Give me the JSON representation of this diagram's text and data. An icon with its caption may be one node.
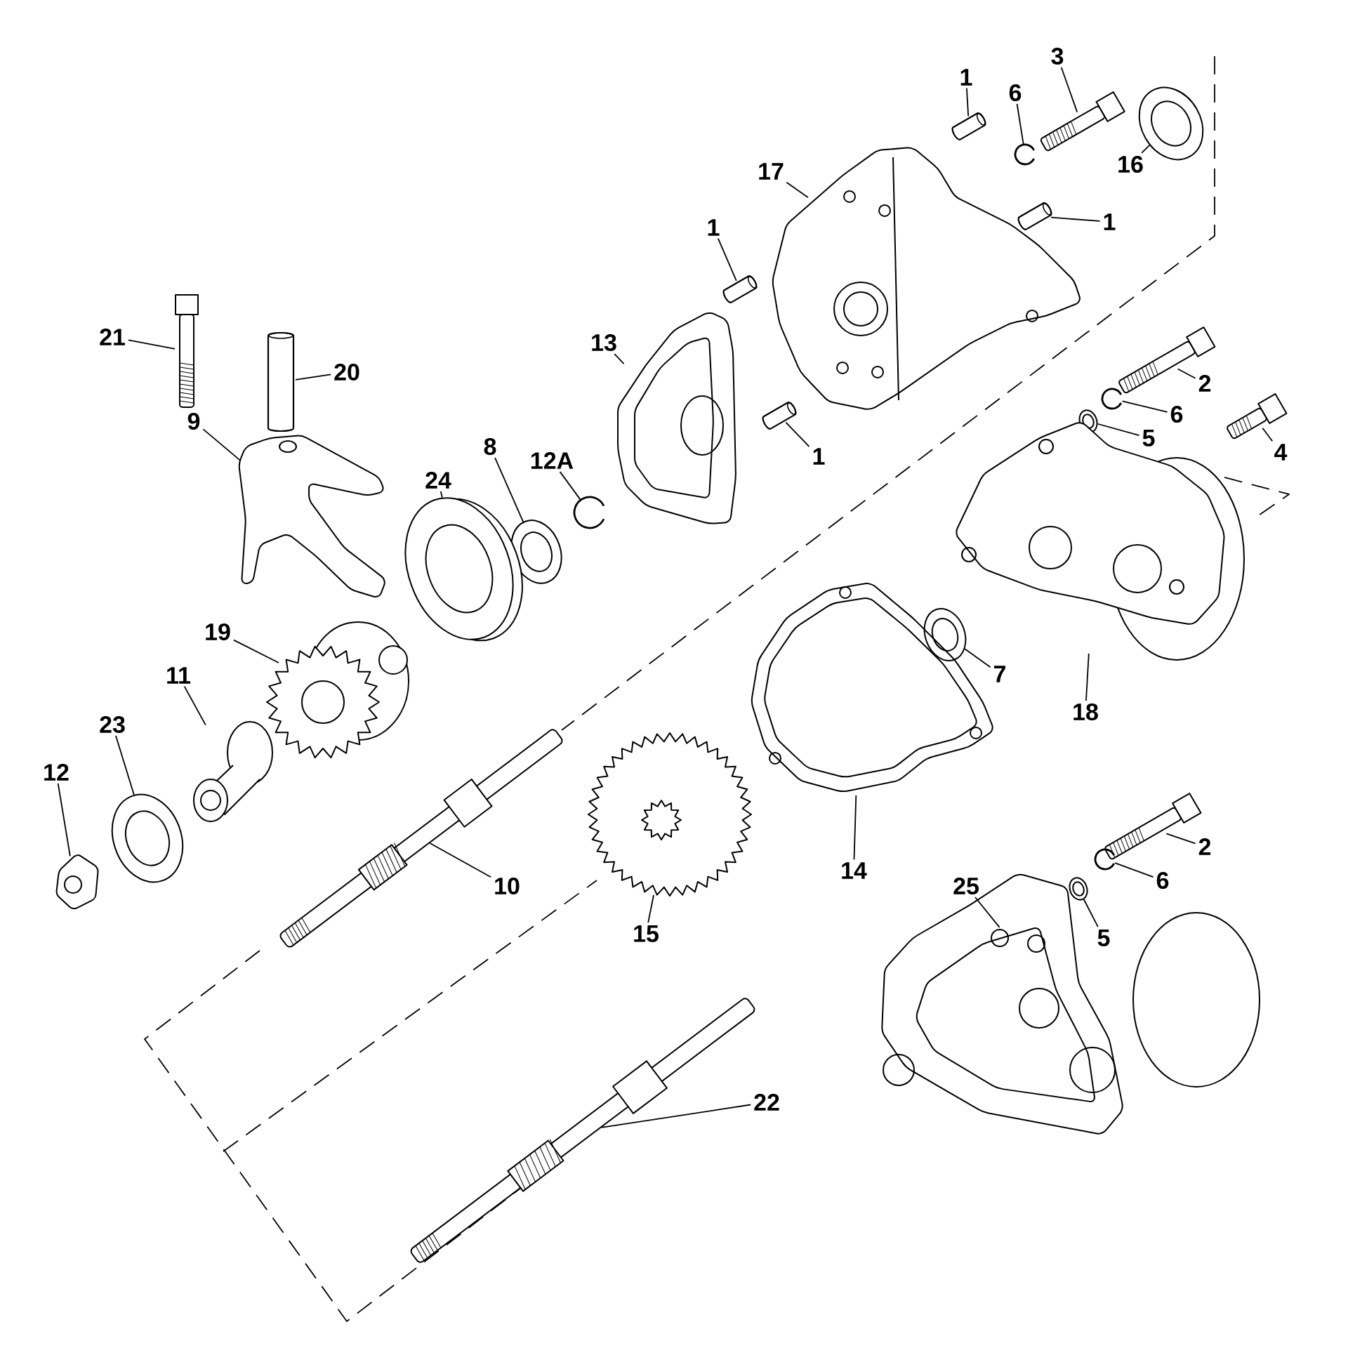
{
  "diagram": {
    "nodes": [
      {
        "text": [
          "1"
        ]
      },
      {
        "text": [],
        "shape": "picture"
      },
      {
        "text": [
          "6"
        ]
      },
      {
        "text": [],
        "shape": "picture"
      },
      {
        "text": [
          "3"
        ]
      },
      {
        "text": [],
        "shape": "picture"
      },
      {
        "text": [
          "16"
        ]
      },
      {
        "text": [],
        "shape": "picture"
      },
      {
        "text": [
          "17"
        ]
      },
      {
        "text": [],
        "shape": "picture"
      },
      {
        "text": [
          "1"
        ]
      },
      {
        "text": [],
        "shape": "picture"
      },
      {
        "text": [
          "1"
        ]
      },
      {
        "text": [],
        "shape": "picture"
      },
      {
        "text": [
          "21"
        ]
      },
      {
        "text": [],
        "shape": "picture"
      },
      {
        "text": [
          "20"
        ]
      },
      {
        "text": [],
        "shape": "picture"
      },
      {
        "text": [
          "9"
        ]
      },
      {
        "text": [],
        "shape": "picture"
      },
      {
        "text": [
          "13"
        ]
      },
      {
        "text": [],
        "shape": "picture"
      },
      {
        "text": [
          "12A"
        ]
      },
      {
        "text": [],
        "shape": "picture"
      },
      {
        "text": [
          "8"
        ]
      },
      {
        "text": [],
        "shape": "picture"
      },
      {
        "text": [
          "24"
        ]
      },
      {
        "text": [],
        "shape": "picture"
      },
      {
        "text": [
          "1"
        ]
      },
      {
        "text": [],
        "shape": "picture"
      },
      {
        "text": [
          "2"
        ]
      },
      {
        "text": [],
        "shape": "picture"
      },
      {
        "text": [
          "6"
        ]
      },
      {
        "text": [],
        "shape": "picture"
      },
      {
        "text": [
          "5"
        ]
      },
      {
        "text": [],
        "shape": "picture"
      },
      {
        "text": [
          "4"
        ]
      },
      {
        "text": [],
        "shape": "picture"
      },
      {
        "text": [
          "19"
        ]
      },
      {
        "text": [],
        "shape": "picture"
      },
      {
        "text": [
          "11"
        ]
      },
      {
        "text": [],
        "shape": "picture"
      },
      {
        "text": [
          "23"
        ]
      },
      {
        "text": [],
        "shape": "picture"
      },
      {
        "text": [
          "12"
        ]
      },
      {
        "text": [],
        "shape": "picture"
      },
      {
        "text": [
          "7"
        ]
      },
      {
        "text": [],
        "shape": "picture"
      },
      {
        "text": [
          "18"
        ]
      },
      {
        "text": [],
        "shape": "picture"
      },
      {
        "text": [
          "10"
        ]
      },
      {
        "text": [],
        "shape": "picture"
      },
      {
        "text": [
          "14"
        ]
      },
      {
        "text": [],
        "shape": "picture"
      },
      {
        "text": [
          "15"
        ]
      },
      {
        "text": [],
        "shape": "picture"
      },
      {
        "text": [
          "2"
        ]
      },
      {
        "text": [],
        "shape": "picture"
      },
      {
        "text": [
          "6"
        ]
      },
      {
        "text": [],
        "shape": "picture"
      },
      {
        "text": [
          "5"
        ]
      },
      {
        "text": [],
        "shape": "picture"
      },
      {
        "text": [
          "25"
        ]
      },
      {
        "text": [],
        "shape": "picture"
      },
      {
        "text": [
          "22"
        ]
      },
      {
        "text": [],
        "shape": "picture"
      }
    ],
    "edges": [
      {
        "from": 0,
        "to": 1,
        "arrow": "none"
      },
      {
        "from": 2,
        "to": 3,
        "arrow": "none"
      },
      {
        "from": 4,
        "to": 5,
        "arrow": "none"
      },
      {
        "from": 6,
        "to": 7,
        "arrow": "none"
      },
      {
        "from": 8,
        "to": 9,
        "arrow": "none"
      },
      {
        "from": 10,
        "to": 11,
        "arrow": "none"
      },
      {
        "from": 12,
        "to": 13,
        "arrow": "none"
      },
      {
        "from": 14,
        "to": 15,
        "arrow": "none"
      },
      {
        "from": 16,
        "to": 17,
        "arrow": "none"
      },
      {
        "from": 18,
        "to": 19,
        "arrow": "none"
      },
      {
        "from": 20,
        "to": 21,
        "arrow": "none"
      },
      {
        "from": 22,
        "to": 23,
        "arrow": "none"
      },
      {
        "from": 24,
        "to": 25,
        "arrow": "none"
      },
      {
        "from": 26,
        "to": 27,
        "arrow": "none"
      },
      {
        "from": 28,
        "to": 29,
        "arrow": "none"
      },
      {
        "from": 30,
        "to": 31,
        "arrow": "none"
      },
      {
        "from": 32,
        "to": 33,
        "arrow": "none"
      },
      {
        "from": 34,
        "to": 35,
        "arrow": "none"
      },
      {
        "from": 36,
        "to": 37,
        "arrow": "none"
      },
      {
        "from": 38,
        "to": 39,
        "arrow": "none"
      },
      {
        "from": 40,
        "to": 41,
        "arrow": "none"
      },
      {
        "from": 42,
        "to": 43,
        "arrow": "none"
      },
      {
        "from": 44,
        "to": 45,
        "arrow": "none"
      },
      {
        "from": 46,
        "to": 47,
        "arrow": "none"
      },
      {
        "from": 48,
        "to": 49,
        "arrow": "none"
      },
      {
        "from": 50,
        "to": 51,
        "arrow": "none"
      },
      {
        "from": 52,
        "to": 53,
        "arrow": "none"
      },
      {
        "from": 54,
        "to": 55,
        "arrow": "none"
      },
      {
        "from": 56,
        "to": 57,
        "arrow": "none"
      },
      {
        "from": 58,
        "to": 59,
        "arrow": "none"
      },
      {
        "from": 60,
        "to": 61,
        "arrow": "none"
      },
      {
        "from": 62,
        "to": 63,
        "arrow": "none"
      },
      {
        "from": 64,
        "to": 65,
        "arrow": "none"
      }
    ]
  }
}
